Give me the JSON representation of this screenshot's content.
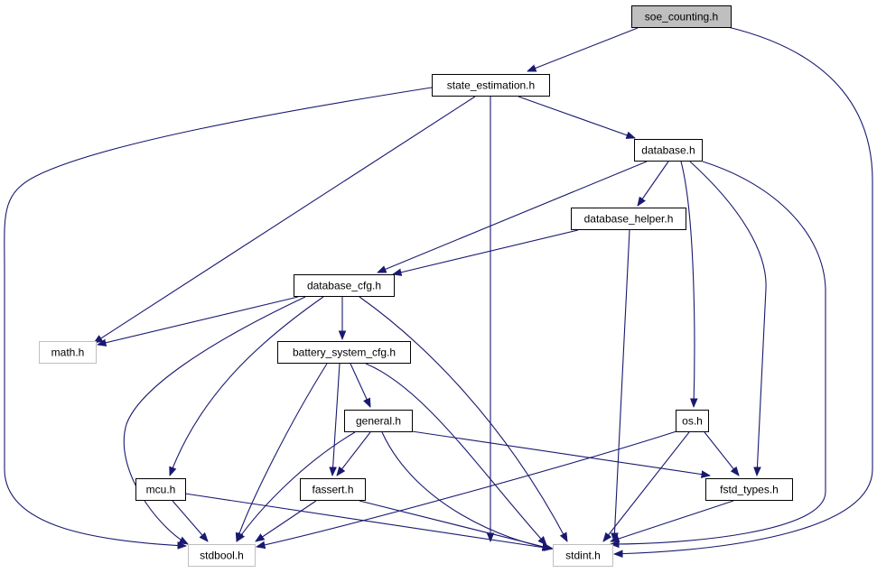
{
  "colors": {
    "edge": "#191970",
    "node_border": "#000000",
    "node_fill": "#ffffff",
    "root_fill": "#bfbfbf",
    "external_border": "#bfbfbf",
    "text": "#000000"
  },
  "graph": {
    "nodes": [
      {
        "id": "soe_counting",
        "label": "soe_counting.h",
        "kind": "root"
      },
      {
        "id": "state_estimation",
        "label": "state_estimation.h",
        "kind": "normal"
      },
      {
        "id": "database",
        "label": "database.h",
        "kind": "normal"
      },
      {
        "id": "database_helper",
        "label": "database_helper.h",
        "kind": "normal"
      },
      {
        "id": "database_cfg",
        "label": "database_cfg.h",
        "kind": "normal"
      },
      {
        "id": "math",
        "label": "math.h",
        "kind": "external"
      },
      {
        "id": "battery_system_cfg",
        "label": "battery_system_cfg.h",
        "kind": "normal"
      },
      {
        "id": "general",
        "label": "general.h",
        "kind": "normal"
      },
      {
        "id": "os",
        "label": "os.h",
        "kind": "normal"
      },
      {
        "id": "mcu",
        "label": "mcu.h",
        "kind": "normal"
      },
      {
        "id": "fassert",
        "label": "fassert.h",
        "kind": "normal"
      },
      {
        "id": "fstd_types",
        "label": "fstd_types.h",
        "kind": "normal"
      },
      {
        "id": "stdbool",
        "label": "stdbool.h",
        "kind": "external"
      },
      {
        "id": "stdint",
        "label": "stdint.h",
        "kind": "external"
      }
    ],
    "edges": [
      {
        "from": "soe_counting",
        "to": "state_estimation"
      },
      {
        "from": "soe_counting",
        "to": "stdint"
      },
      {
        "from": "state_estimation",
        "to": "stdbool"
      },
      {
        "from": "state_estimation",
        "to": "math"
      },
      {
        "from": "state_estimation",
        "to": "stdint"
      },
      {
        "from": "state_estimation",
        "to": "database"
      },
      {
        "from": "database",
        "to": "database_cfg"
      },
      {
        "from": "database",
        "to": "database_helper"
      },
      {
        "from": "database",
        "to": "os"
      },
      {
        "from": "database",
        "to": "fstd_types"
      },
      {
        "from": "database",
        "to": "stdint"
      },
      {
        "from": "database_helper",
        "to": "database_cfg"
      },
      {
        "from": "database_helper",
        "to": "stdint"
      },
      {
        "from": "database_cfg",
        "to": "math"
      },
      {
        "from": "database_cfg",
        "to": "battery_system_cfg"
      },
      {
        "from": "database_cfg",
        "to": "stdbool"
      },
      {
        "from": "database_cfg",
        "to": "mcu"
      },
      {
        "from": "database_cfg",
        "to": "stdint"
      },
      {
        "from": "battery_system_cfg",
        "to": "general"
      },
      {
        "from": "battery_system_cfg",
        "to": "stdbool"
      },
      {
        "from": "battery_system_cfg",
        "to": "fassert"
      },
      {
        "from": "battery_system_cfg",
        "to": "stdint"
      },
      {
        "from": "general",
        "to": "fassert"
      },
      {
        "from": "general",
        "to": "stdbool"
      },
      {
        "from": "general",
        "to": "stdint"
      },
      {
        "from": "general",
        "to": "fstd_types"
      },
      {
        "from": "os",
        "to": "stdbool"
      },
      {
        "from": "os",
        "to": "stdint"
      },
      {
        "from": "os",
        "to": "fstd_types"
      },
      {
        "from": "mcu",
        "to": "stdbool"
      },
      {
        "from": "mcu",
        "to": "stdint"
      },
      {
        "from": "fassert",
        "to": "stdbool"
      },
      {
        "from": "fassert",
        "to": "stdint"
      },
      {
        "from": "fstd_types",
        "to": "stdint"
      }
    ]
  }
}
